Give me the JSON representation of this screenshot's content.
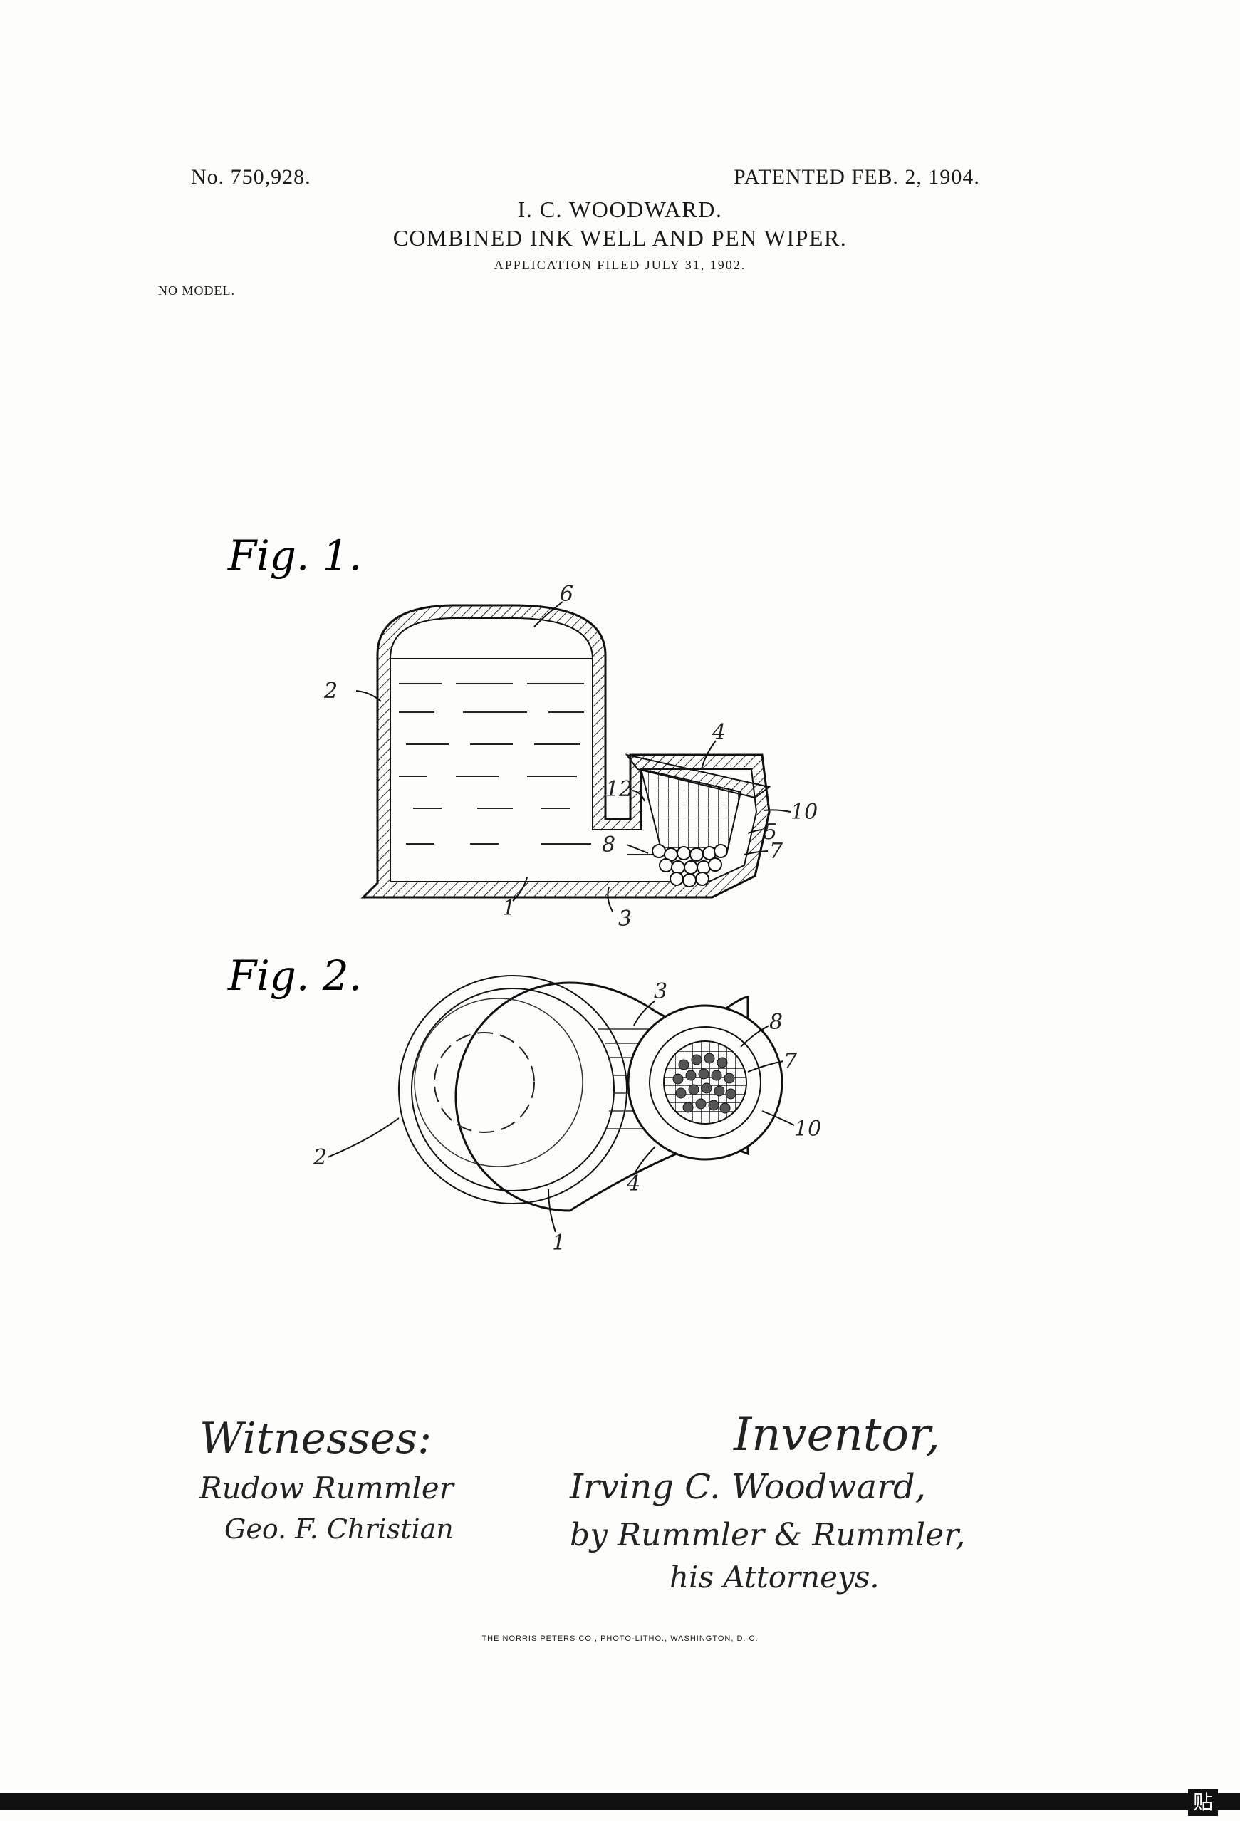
{
  "header": {
    "patent_no": "No. 750,928.",
    "patented": "PATENTED FEB. 2, 1904.",
    "inventor_name": "I. C. WOODWARD.",
    "title": "COMBINED INK WELL AND PEN WIPER.",
    "application": "APPLICATION FILED JULY 31, 1902.",
    "no_model": "NO MODEL."
  },
  "figures": {
    "fig1": {
      "label": "Fig. 1.",
      "refs": {
        "r6": "6",
        "r2": "2",
        "r4": "4",
        "r12": "12",
        "r10": "10",
        "r5": "5",
        "r8": "8",
        "r7": "7",
        "r1": "1",
        "r3": "3"
      }
    },
    "fig2": {
      "label": "Fig. 2.",
      "refs": {
        "r3": "3",
        "r8": "8",
        "r7": "7",
        "r10": "10",
        "r2": "2",
        "r4": "4",
        "r1": "1"
      }
    }
  },
  "signatures": {
    "witnesses_label": "Witnesses:",
    "witness_1": "Rudow Rummler",
    "witness_2": "Geo. F. Christian",
    "inventor_label": "Inventor,",
    "inventor_sig": "Irving C. Woodward,",
    "attorney_sig": "by Rummler & Rummler,",
    "attorney_role": "his Attorneys."
  },
  "footer": {
    "printer": "THE NORRIS PETERS CO., PHOTO-LITHO., WASHINGTON, D. C.",
    "corner_glyph": "贴"
  }
}
